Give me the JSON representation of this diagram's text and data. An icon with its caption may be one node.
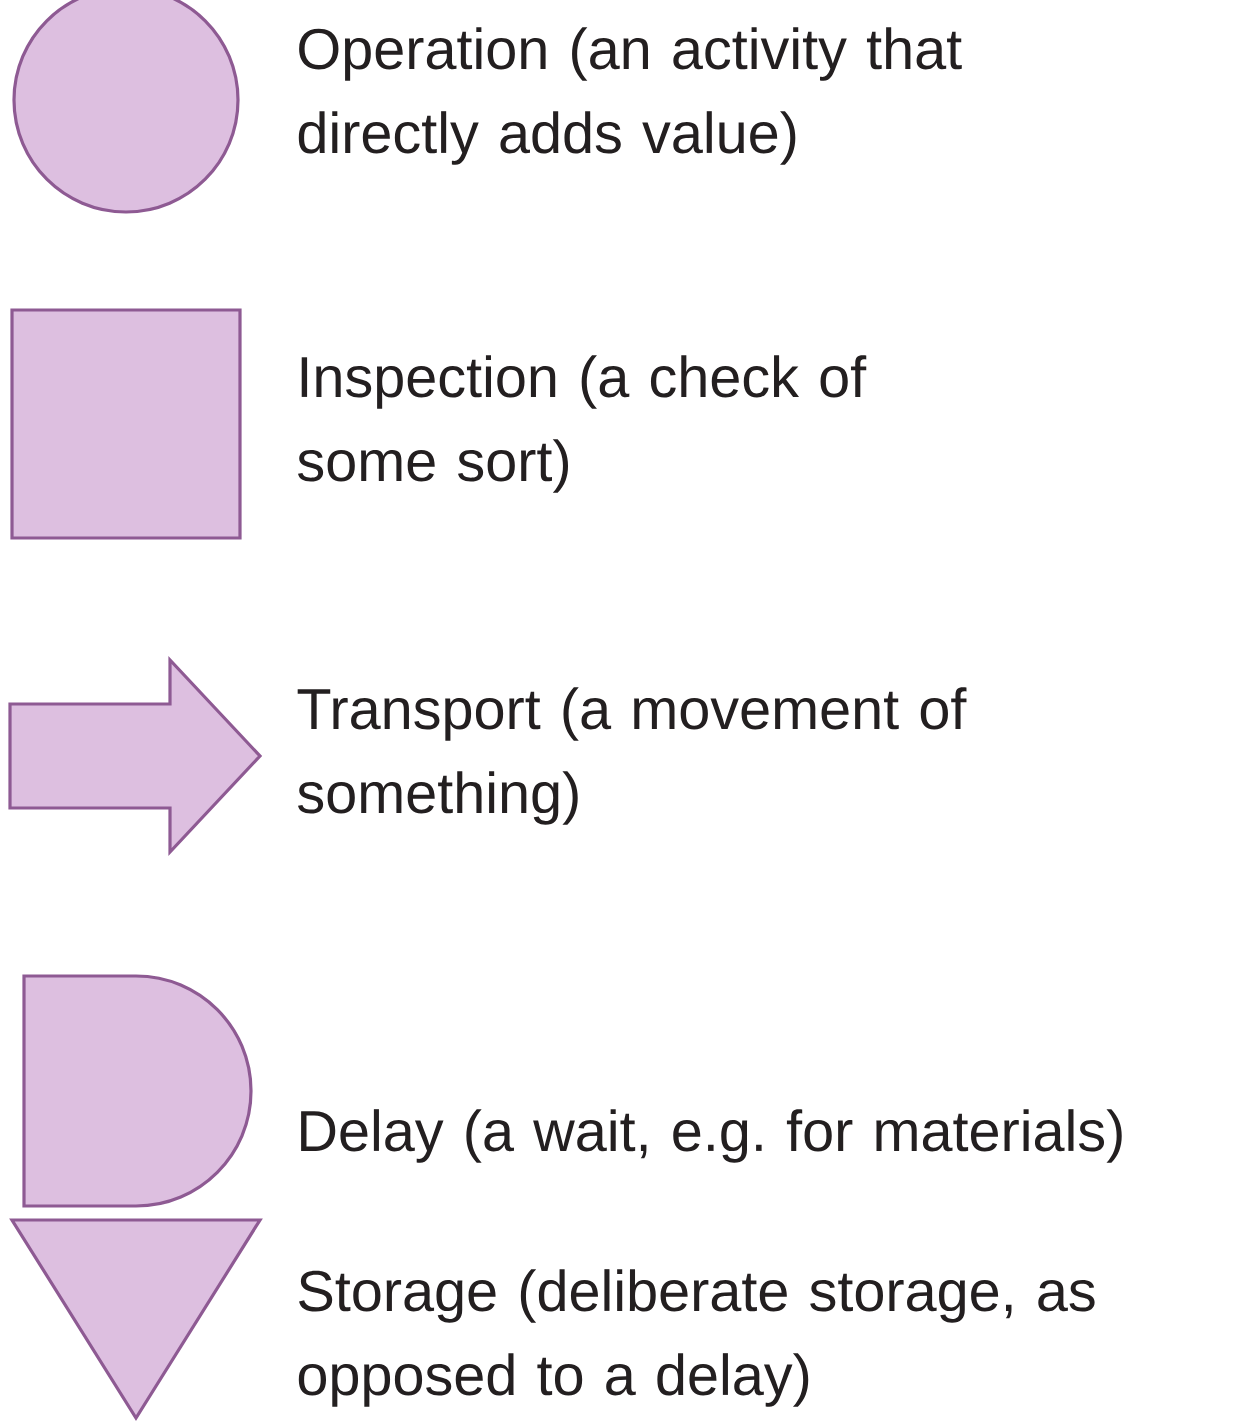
{
  "diagram": {
    "nodes": [
      {
        "text": [],
        "shape": "circle",
        "beside": [
          "Operation (an activity that directly adds value)"
        ]
      },
      {
        "text": [],
        "shape": "box",
        "beside": [
          "Inspection (a check of some sort)"
        ]
      },
      {
        "text": [],
        "shape": "arrow",
        "beside": [
          "Transport (a movement of something)"
        ]
      },
      {
        "text": [],
        "shape": "half-circle",
        "beside": [
          "Delay (a wait, e.g. for materials)"
        ]
      },
      {
        "text": [],
        "shape": "triangle",
        "beside": [
          "Storage (deliberate storage, as opposed to a delay)"
        ]
      }
    ]
  }
}
